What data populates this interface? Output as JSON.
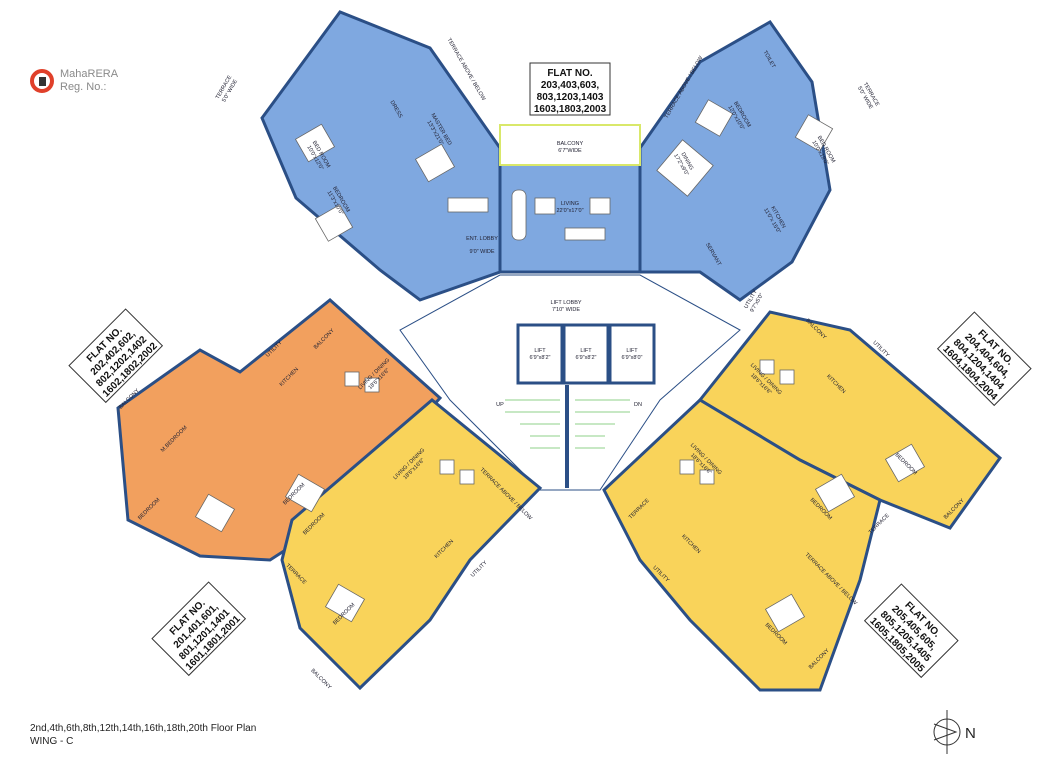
{
  "logo": {
    "line1": "MahaRERA",
    "line2": "Reg. No.:"
  },
  "caption": {
    "floors": "2nd,4th,6th,8th,12th,14th,16th,18th,20th Floor Plan",
    "wing": "WING -  C"
  },
  "north_label": "N",
  "colors": {
    "flat_blue": "#7fa8e0",
    "flat_orange": "#f2a05e",
    "flat_yellow": "#f9d35a",
    "wall": "#2b4f86",
    "accent_wall": "#e8772e"
  },
  "flats": [
    {
      "title": "FLAT NO.",
      "numbers": [
        "203,403,603,",
        "803,1203,1403",
        "1603,1803,2003"
      ]
    },
    {
      "title": "FLAT NO.",
      "numbers": [
        "202,402,602,",
        "802,1202,1402",
        "1602,1802,2002"
      ]
    },
    {
      "title": "FLAT NO.",
      "numbers": [
        "204,404,604,",
        "804,1204,1404",
        "1604,1804,2004"
      ]
    },
    {
      "title": "FLAT NO.",
      "numbers": [
        "201,401,601,",
        "801,1201,1401",
        "1601,1801,2001"
      ]
    },
    {
      "title": "FLAT NO.",
      "numbers": [
        "205,405,605,",
        "805,1205,1405",
        "1605,1805,2005"
      ]
    }
  ],
  "rooms": {
    "balcony_top": "BALCONY",
    "balcony_top_dim": "6'7\"WIDE",
    "living_top": "LIVING",
    "living_top_dim": "22'0\"x17'0\"",
    "ent_lobby": "ENT. LOBBY",
    "ent_lobby_dim": "9'0\" WIDE",
    "master_bed": "MASTER BED",
    "master_bed_dim": "13'3\"x21'0\"",
    "dress": "DRESS",
    "bed_room_top_left": "BED ROOM",
    "bed_room_top_left_dim": "10'0\"x12'0\"",
    "bedroom_top_left2": "BEDROOM",
    "bedroom_top_left2_dim": "11'3\"x10'0\"",
    "terrace_top_left": "TERRACE",
    "terrace_top_left_dim": "5'0\" WIDE",
    "terrace_above_below": "TERRACE ABOVE / BELOW",
    "dining": "DINING",
    "dining_dim": "17'2\"x9'0\"",
    "kitchen_top": "KITCHEN",
    "kitchen_top_dim": "11'0\"x 15'0\"",
    "bedroom_top_right": "BEDROOM",
    "bedroom_top_right_dim": "12'0\"x10'0\"",
    "bed_room_top_right": "BED ROOM",
    "bed_room_top_right_dim": "10'0\"x12'0\"",
    "terrace_top_right": "TERRACE",
    "terrace_top_right_dim": "5'0\" WIDE",
    "toilet": "TOILET",
    "servant": "SERVANT",
    "utility_top": "UTILITY",
    "utility_top_dim": "9'7\"x5'0\"",
    "lift_lobby": "LIFT LOBBY",
    "lift_lobby_dim": "7'10\" WIDE",
    "lift1": "LIFT",
    "lift1_dim": "6'9\"x8'2\"",
    "lift2": "LIFT",
    "lift2_dim": "6'9\"x8'2\"",
    "lift3": "LIFT",
    "lift3_dim": "6'9\"x8'0\"",
    "up": "UP",
    "dn": "DN",
    "living_dining": "LIVING / DINING",
    "living_dining_dim": "18'6\"x16'6\"",
    "kitchen": "KITCHEN",
    "bedroom": "BEDROOM",
    "m_bedroom": "M.BEDROOM",
    "balcony": "BALCONY",
    "utility": "UTILITY",
    "terrace": "TERRACE"
  }
}
